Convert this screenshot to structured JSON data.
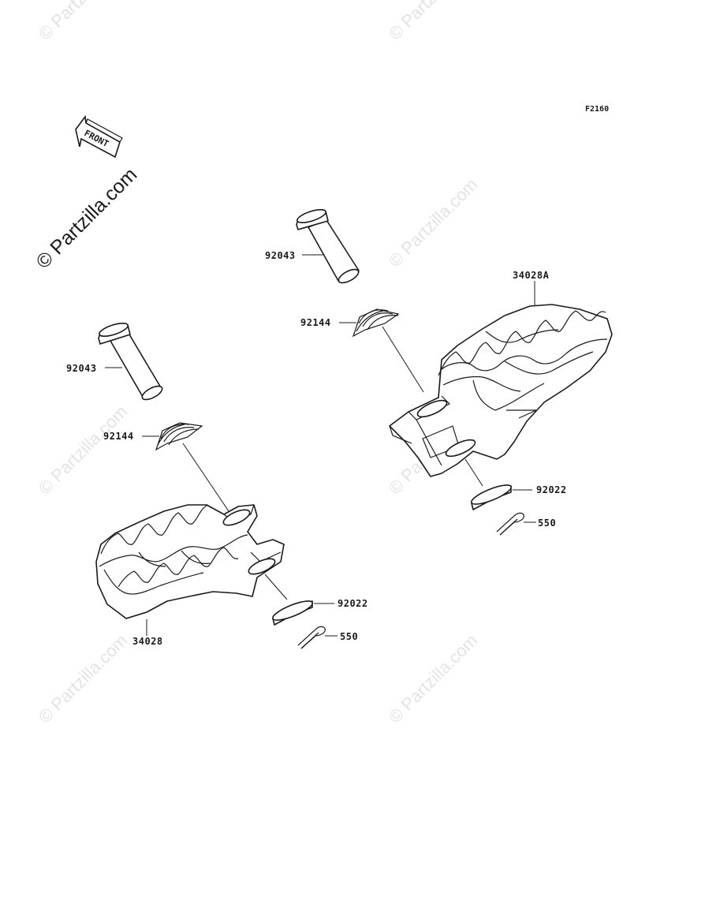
{
  "diagram": {
    "code": "F2160",
    "front_label": "FRONT",
    "watermark_main": "© Partzilla.com",
    "watermark": "© Partzilla.com",
    "parts": {
      "pin_upper": "92043",
      "pin_lower": "92043",
      "spring_upper": "92144",
      "spring_lower": "92144",
      "footpeg_right": "34028A",
      "footpeg_left": "34028",
      "washer_right": "92022",
      "washer_left": "92022",
      "cotter_right": "550",
      "cotter_left": "550"
    }
  }
}
